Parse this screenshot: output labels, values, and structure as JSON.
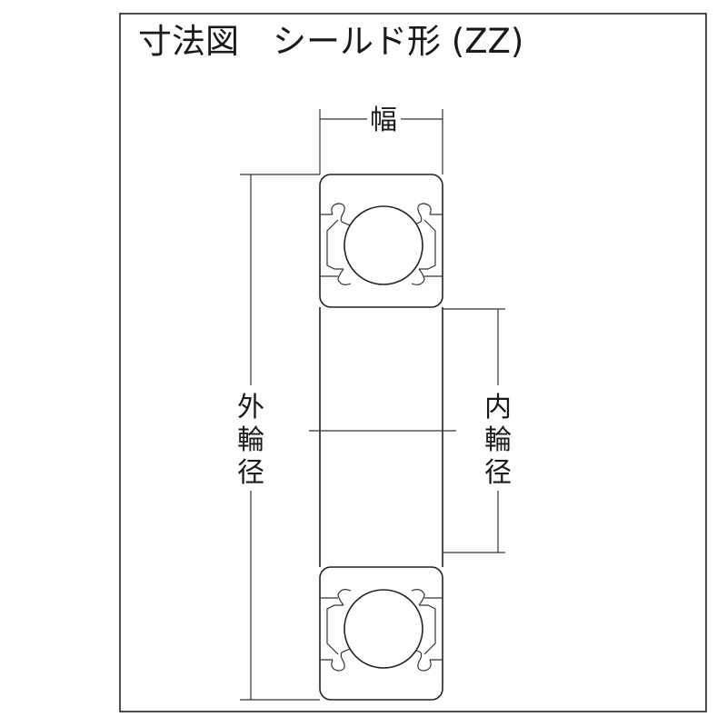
{
  "title": "寸法図　シールド形 (ZZ)",
  "labels": {
    "width": "幅",
    "outer_diameter": [
      "外",
      "輪",
      "径"
    ],
    "inner_diameter": [
      "内",
      "輪",
      "径"
    ]
  },
  "colors": {
    "line": "#222222",
    "cage": "#d6e2ee"
  }
}
